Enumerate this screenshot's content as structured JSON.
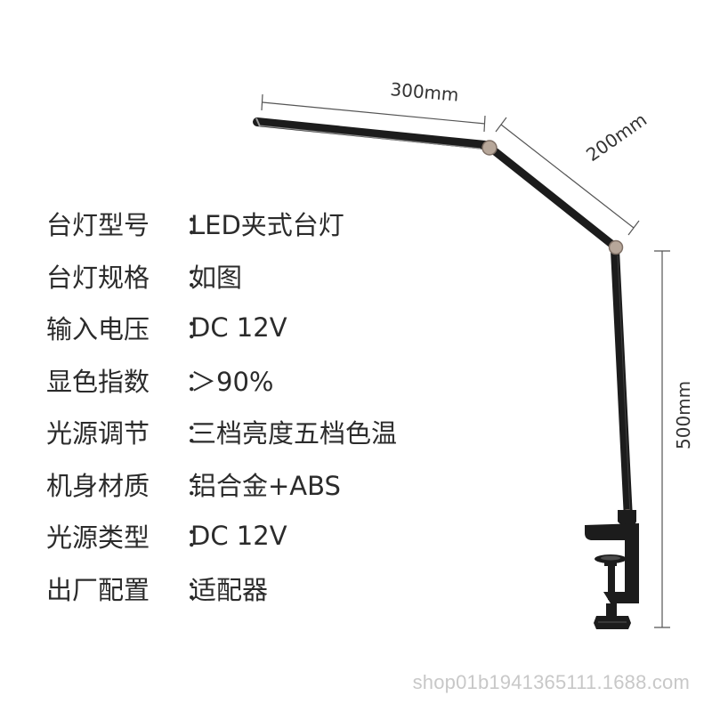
{
  "dimensions": {
    "arm_top": "300mm",
    "arm_middle": "200mm",
    "pole": "500mm"
  },
  "specs": [
    {
      "label": "台灯型号",
      "value": "LED夹式台灯"
    },
    {
      "label": "台灯规格",
      "value": "如图"
    },
    {
      "label": "输入电压",
      "value": "DC 12V"
    },
    {
      "label": "显色指数",
      "value": "＞90%"
    },
    {
      "label": "光源调节",
      "value": "三档亮度五档色温"
    },
    {
      "label": "机身材质",
      "value": "铝合金+ABS"
    },
    {
      "label": "光源类型",
      "value": "DC 12V"
    },
    {
      "label": "出厂配置",
      "value": "适配器"
    }
  ],
  "separator": "：",
  "watermark": "shop01b1941365111.1688.com",
  "colors": {
    "lamp_body": "#1c1c1c",
    "joint": "#b7a79a",
    "dimension_line": "#555555",
    "text": "#2b2b2b",
    "watermark": "#c8c8c8"
  }
}
